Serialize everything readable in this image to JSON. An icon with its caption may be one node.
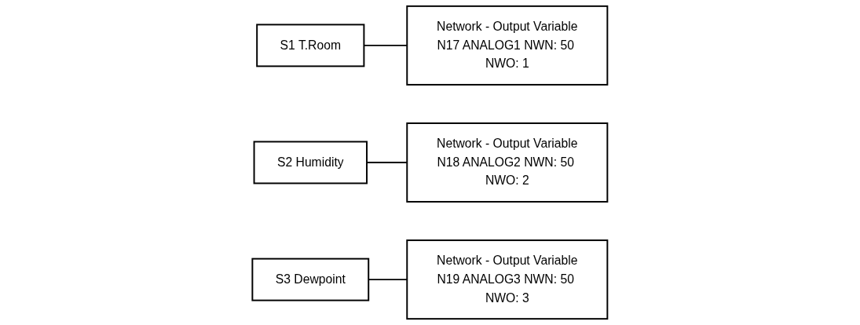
{
  "diagram": {
    "nodes": [
      {
        "text": [
          "S1 T.Room"
        ]
      },
      {
        "text": [
          "Network - Output Variable",
          "N17 ANALOG1 NWN: 50 NWO: 1"
        ]
      },
      {
        "text": [
          "S2 Humidity"
        ]
      },
      {
        "text": [
          "Network - Output Variable",
          "N18 ANALOG2 NWN: 50 NWO: 2"
        ]
      },
      {
        "text": [
          "S3 Dewpoint"
        ]
      },
      {
        "text": [
          "Network - Output Variable",
          "N19 ANALOG3 NWN: 50 NWO: 3"
        ]
      }
    ],
    "edges": [
      {
        "from": 0,
        "to": 1,
        "arrow": "none"
      },
      {
        "from": 2,
        "to": 3,
        "arrow": "none"
      },
      {
        "from": 4,
        "to": 5,
        "arrow": "none"
      }
    ]
  }
}
